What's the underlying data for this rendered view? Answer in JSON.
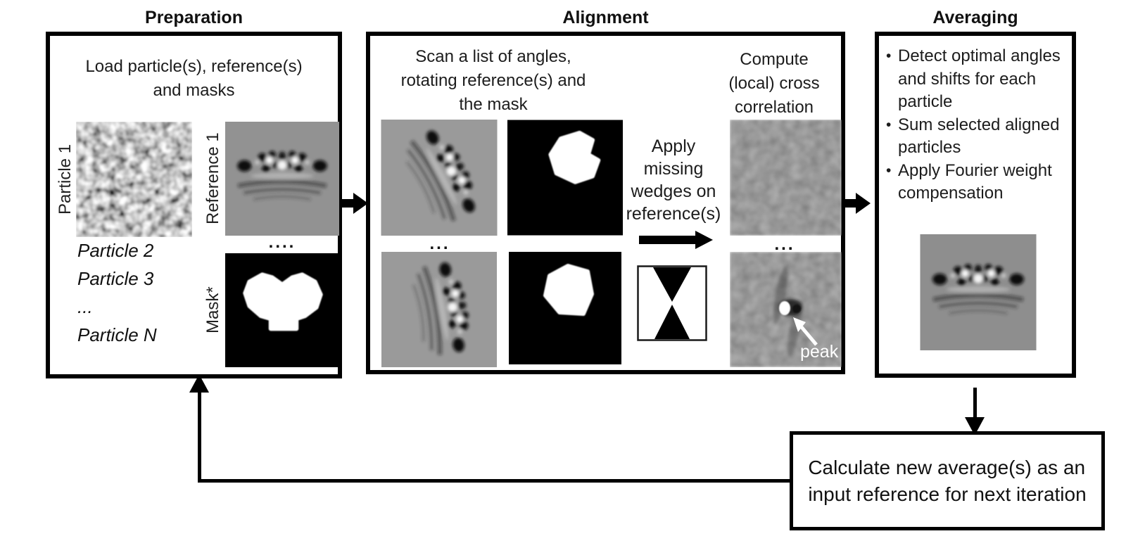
{
  "stages": {
    "preparation": {
      "title": "Preparation",
      "description": "Load particle(s), reference(s)\nand masks",
      "particle_image_label": "Particle 1",
      "particle_list": [
        "Particle 2",
        "Particle 3",
        "...",
        "Particle N"
      ],
      "reference_image_label": "Reference 1",
      "reference_more_dots": "....",
      "mask_image_label": "Mask*"
    },
    "alignment": {
      "title": "Alignment",
      "scan_text": "Scan a list of angles,\nrotating reference(s) and\nthe mask",
      "rows_dots": "...",
      "apply_wedge_text": "Apply\nmissing\nwedges on\nreference(s)",
      "compute_text": "Compute\n(local) cross\ncorrelation",
      "cc_dots": "...",
      "peak_label": "peak"
    },
    "averaging": {
      "title": "Averaging",
      "bullets": [
        "Detect optimal angles and shifts for each particle",
        "Sum selected aligned particles",
        "Apply Fourier weight compensation"
      ]
    },
    "iteration": {
      "text": "Calculate new average(s) as an\ninput reference for next iteration"
    }
  },
  "icons": {
    "flow_arrow_right": "▶",
    "flow_arrow_down": "▼",
    "loop_arrow_up": "▲",
    "peak_arrow": "↖"
  },
  "colors": {
    "ink": "#000000",
    "background": "#ffffff",
    "image_gray": "#929292",
    "cc_dark_gray": "#3e3e3e",
    "mask_background": "#000000",
    "mask_foreground": "#ffffff"
  }
}
